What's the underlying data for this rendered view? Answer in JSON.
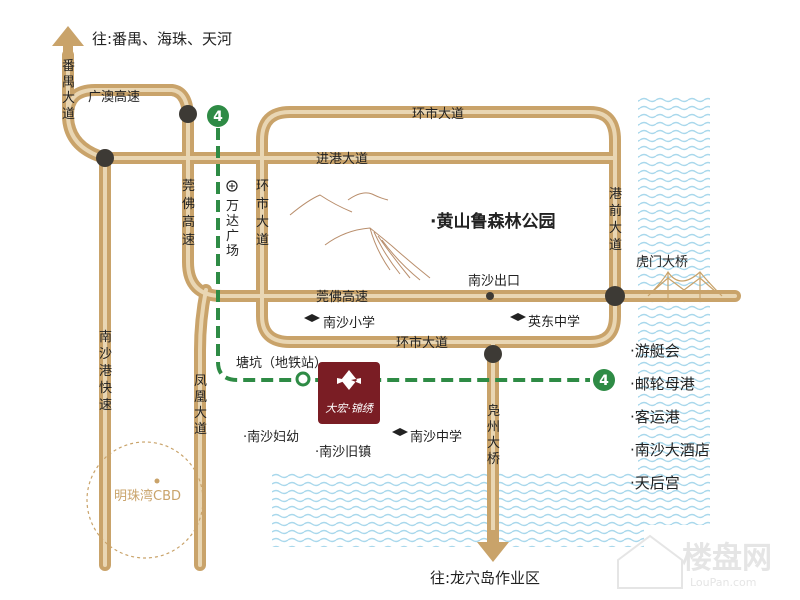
{
  "destinations": {
    "north": "往:番禺、海珠、天河",
    "south": "往:龙穴岛作业区"
  },
  "roads": {
    "panyu_avenue": "番禺大道",
    "guangao_expressway": "广澳高速",
    "ring_road_top": "环市大道",
    "jingang_avenue": "进港大道",
    "guanfo_expressway_vertical": "莞佛高速",
    "ring_road_left": "环市大道",
    "gangqian_avenue": "港前大道",
    "guanfo_expressway_horizontal": "莞佛高速",
    "ring_road_bottom": "环市大道",
    "nansha_port_expressway": "南沙港快速",
    "fenghuang_avenue": "凤凰大道",
    "fanzhou_bridge": "凫州大桥",
    "humen_bridge": "虎门大桥"
  },
  "metro": {
    "line_number": "4",
    "station": "塘坑（地铁站）"
  },
  "pois": {
    "wanda": "万达广场",
    "park": "·黄山鲁森林公园",
    "nansha_exit": "南沙出口",
    "nansha_primary": "南沙小学",
    "yingdong_middle": "英东中学",
    "nansha_middle": "南沙中学",
    "nansha_maternity": "·南沙妇幼",
    "nansha_oldtown": "·南沙旧镇",
    "cbd": "明珠湾CBD",
    "brand": "大宏·锦绣"
  },
  "port_list": [
    "·游艇会",
    "·邮轮母港",
    "·客运港",
    "·南沙大酒店",
    "·天后宫"
  ],
  "watermark": {
    "name": "楼盘网",
    "url": "LouPan.com"
  },
  "colors": {
    "road": "#c9a36a",
    "road_inner": "#e9d6b3",
    "node": "#3d3a35",
    "metro": "#2e8b45",
    "water": "#a9d8ec",
    "project": "#7a1d24"
  },
  "icons": [
    "up-arrow-icon",
    "down-arrow-icon",
    "metro-badge-icon",
    "school-icon",
    "mall-icon",
    "mountain-icon",
    "bridge-icon",
    "project-logo-icon"
  ]
}
